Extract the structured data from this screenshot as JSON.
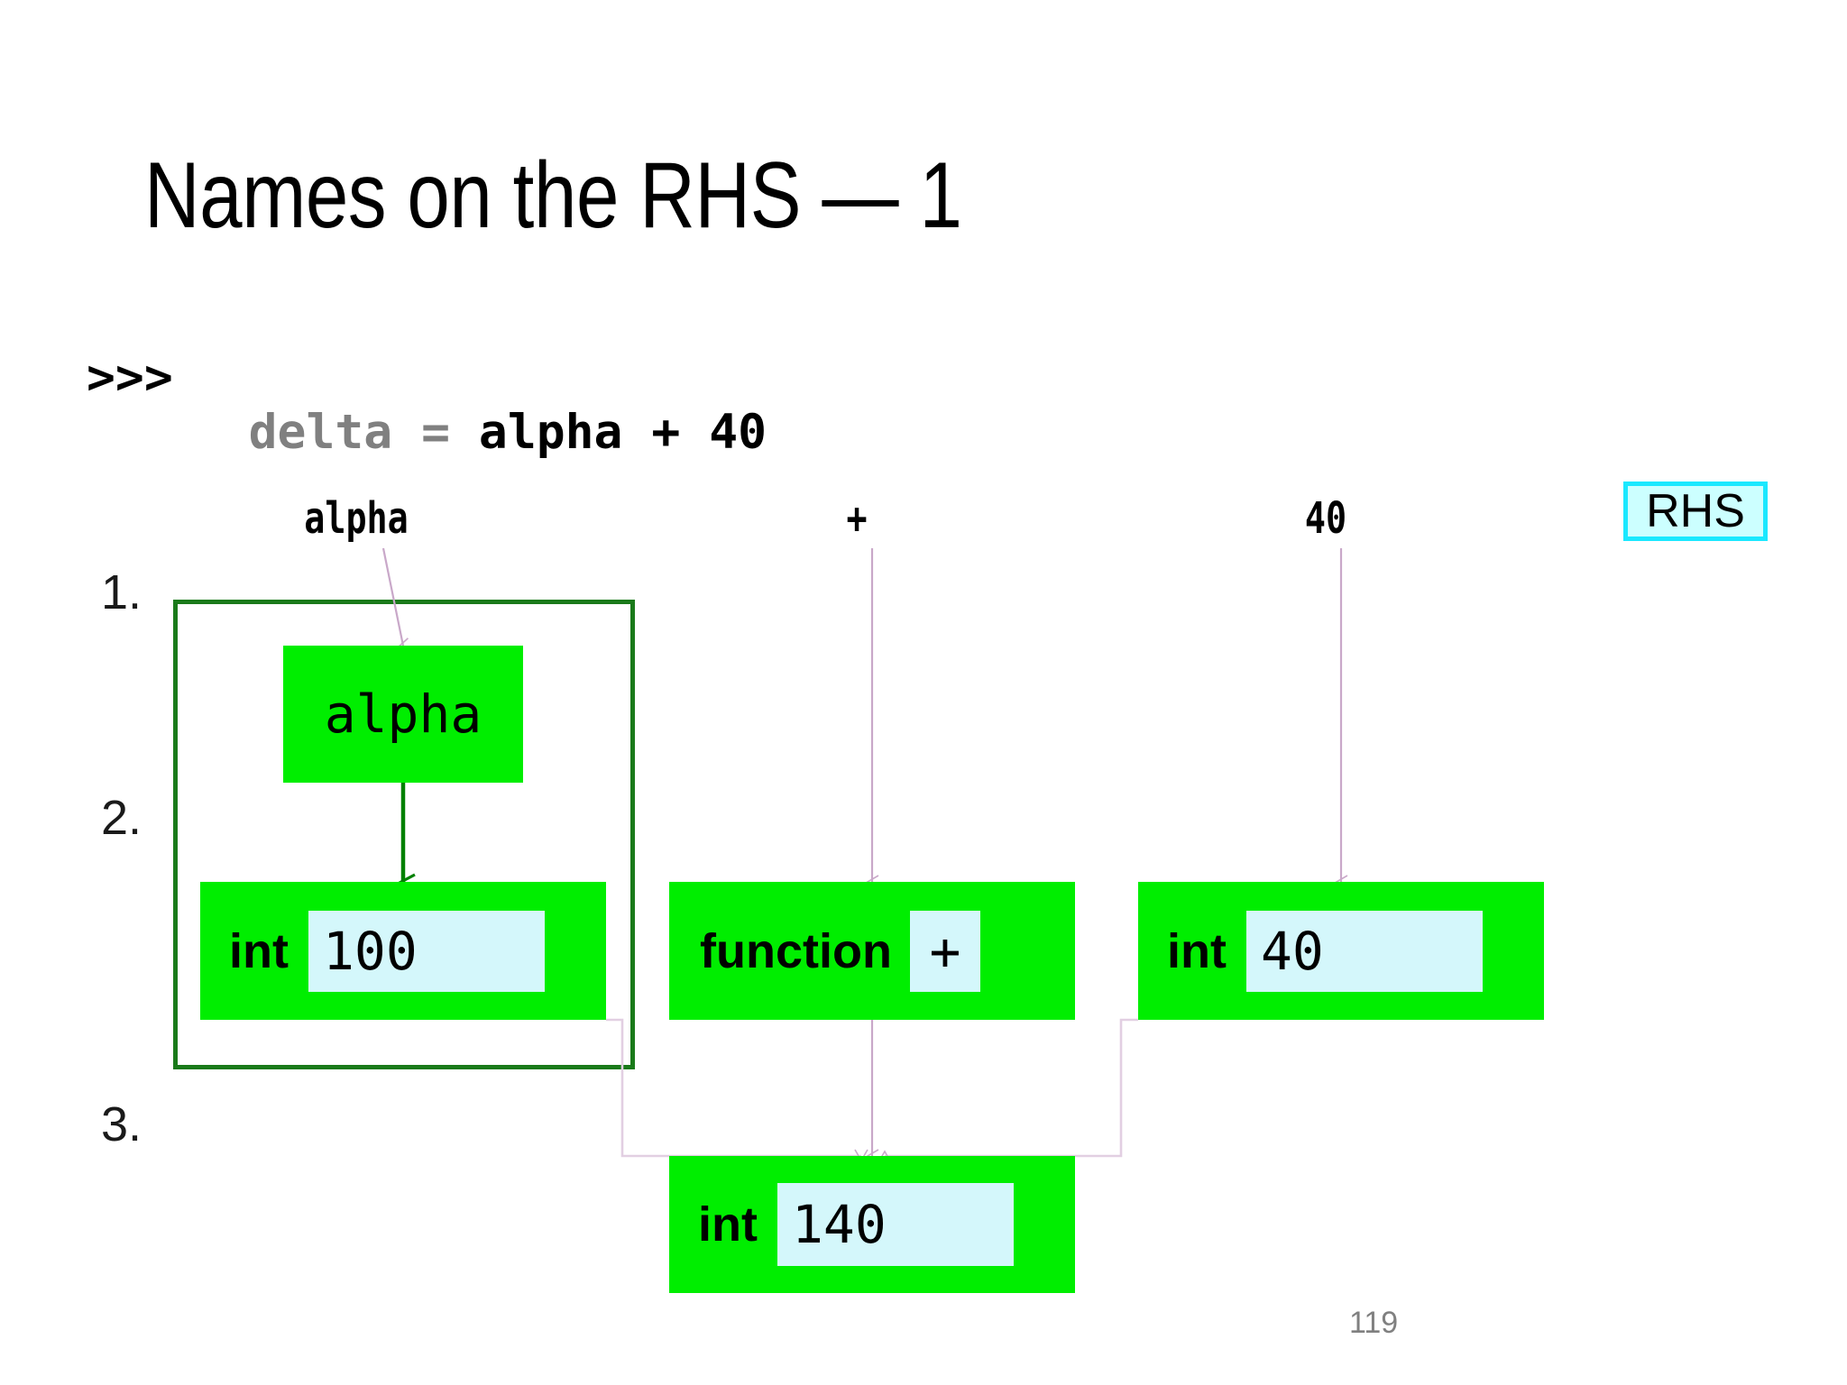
{
  "slide": {
    "title": "Names on the RHS — 1",
    "page_number": "119",
    "background_color": "#ffffff"
  },
  "code_line": {
    "prompt": ">>>",
    "name": "delta",
    "name_color": "#808080",
    "operator_assign": " = ",
    "rhs_name": "alpha",
    "rhs_op": " + ",
    "rhs_literal": "40",
    "full_text": ">>> delta = alpha + 40"
  },
  "steps": {
    "one": "1.",
    "two": "2.",
    "three": "3."
  },
  "column_labels": {
    "alpha": "alpha",
    "plus": "+",
    "forty": "40"
  },
  "badge": {
    "label": "RHS",
    "fill": "#ccffff",
    "border": "#1ae8ff"
  },
  "objects": {
    "name_box": {
      "name": "alpha",
      "fill": "#00ee00"
    },
    "int_100": {
      "type": "int",
      "value": "100",
      "fill": "#00ee00",
      "value_fill": "#d4f7fb"
    },
    "function_plus": {
      "type": "function",
      "value": "+",
      "fill": "#00ee00",
      "value_fill": "#d4f7fb"
    },
    "int_40": {
      "type": "int",
      "value": "40",
      "fill": "#00ee00",
      "value_fill": "#d4f7fb"
    },
    "int_140": {
      "type": "int",
      "value": "140",
      "fill": "#00ee00",
      "value_fill": "#d4f7fb"
    }
  },
  "group_outline": {
    "color": "#1a7a1a"
  },
  "wire_colors": {
    "lookup_arrow": "#c9a8c9",
    "binding_arrow": "#008000"
  }
}
